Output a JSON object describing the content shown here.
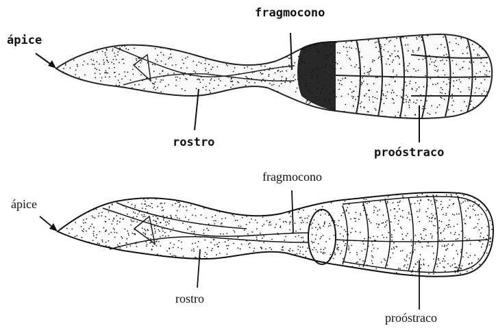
{
  "figures": [
    {
      "id": "top",
      "style": "photocopy",
      "labels": {
        "apex": "ápice",
        "phragmocone": "fragmocono",
        "rostrum": "rostro",
        "proostracum": "proóstraco"
      }
    },
    {
      "id": "bottom",
      "style": "line-drawing",
      "labels": {
        "apex": "ápice",
        "phragmocone": "fragmocono",
        "rostrum": "rostro",
        "proostracum": "proóstraco"
      }
    }
  ],
  "colors": {
    "ink": "#111111",
    "paper": "#ffffff"
  }
}
